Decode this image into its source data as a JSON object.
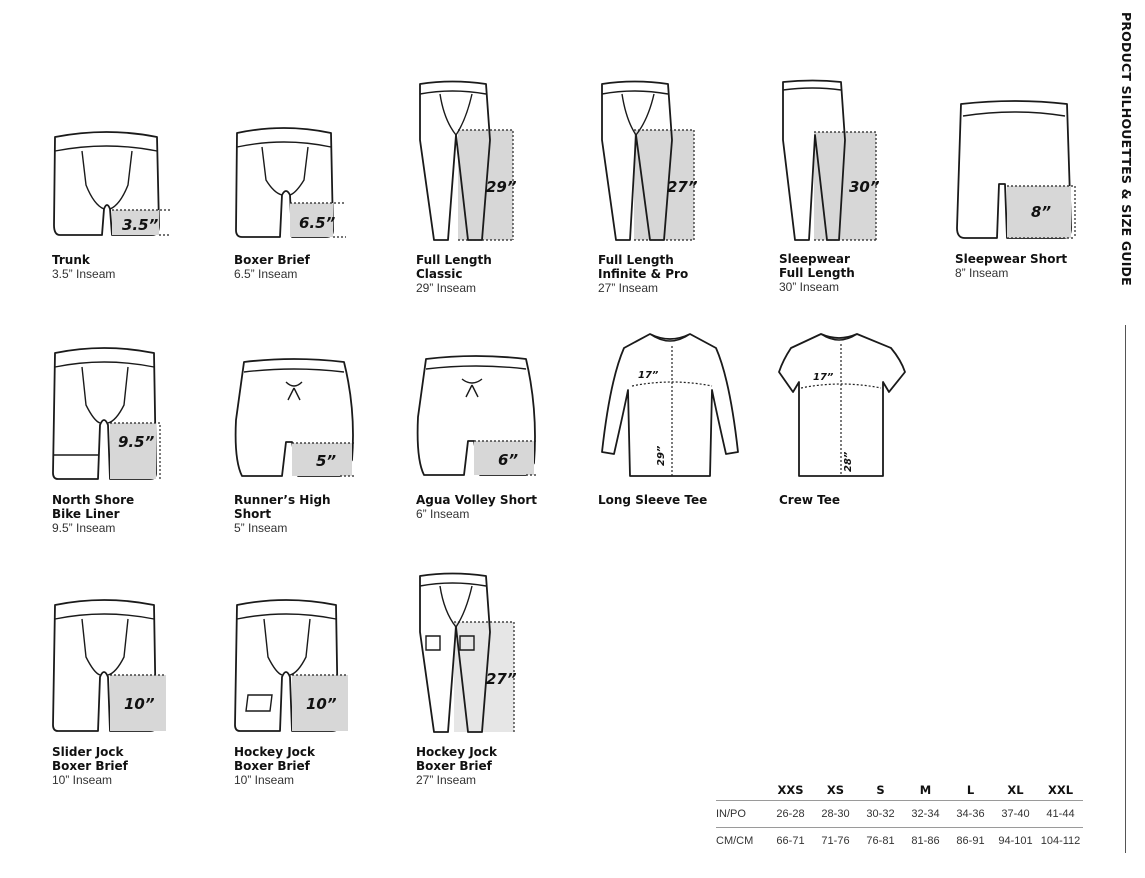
{
  "page_title": "PRODUCT SILHOUETTES & SIZE GUIDE",
  "products": [
    {
      "name": [
        "Trunk"
      ],
      "inseam": "3.5” Inseam",
      "measure": "3.5”"
    },
    {
      "name": [
        "Boxer Brief"
      ],
      "inseam": "6.5” Inseam",
      "measure": "6.5”"
    },
    {
      "name": [
        "Full Length",
        "Classic"
      ],
      "inseam": "29” Inseam",
      "measure": "29”"
    },
    {
      "name": [
        "Full Length",
        "Infinite & Pro"
      ],
      "inseam": "27” Inseam",
      "measure": "27”"
    },
    {
      "name": [
        "Sleepwear",
        "Full Length"
      ],
      "inseam": "30” Inseam",
      "measure": "30”"
    },
    {
      "name": [
        "Sleepwear Short"
      ],
      "inseam": "8” Inseam",
      "measure": "8”"
    },
    {
      "name": [
        "North Shore",
        "Bike Liner"
      ],
      "inseam": "9.5” Inseam",
      "measure": "9.5”"
    },
    {
      "name": [
        "Runner’s High Short"
      ],
      "inseam": "5” Inseam",
      "measure": "5”"
    },
    {
      "name": [
        "Agua Volley Short"
      ],
      "inseam": "6” Inseam",
      "measure": "6”"
    },
    {
      "name": [
        "Long Sleeve Tee"
      ],
      "inseam": "",
      "measure_width": "17”",
      "measure_length": "29”"
    },
    {
      "name": [
        "Crew Tee"
      ],
      "inseam": "",
      "measure_width": "17”",
      "measure_length": "28”"
    },
    {
      "name": [
        "Slider Jock",
        "Boxer Brief"
      ],
      "inseam": "10” Inseam",
      "measure": "10”"
    },
    {
      "name": [
        "Hockey Jock",
        "Boxer Brief"
      ],
      "inseam": "10” Inseam",
      "measure": "10”"
    },
    {
      "name": [
        "Hockey Jock",
        "Boxer Brief"
      ],
      "inseam": "27” Inseam",
      "measure": "27”"
    }
  ],
  "size_table": {
    "headers": [
      "XXS",
      "XS",
      "S",
      "M",
      "L",
      "XL",
      "XXL"
    ],
    "rows": [
      {
        "label": "IN/PO",
        "values": [
          "26-28",
          "28-30",
          "30-32",
          "32-34",
          "34-36",
          "37-40",
          "41-44"
        ]
      },
      {
        "label": "CM/CM",
        "values": [
          "66-71",
          "71-76",
          "76-81",
          "81-86",
          "86-91",
          "94-101",
          "104-112"
        ]
      }
    ]
  }
}
